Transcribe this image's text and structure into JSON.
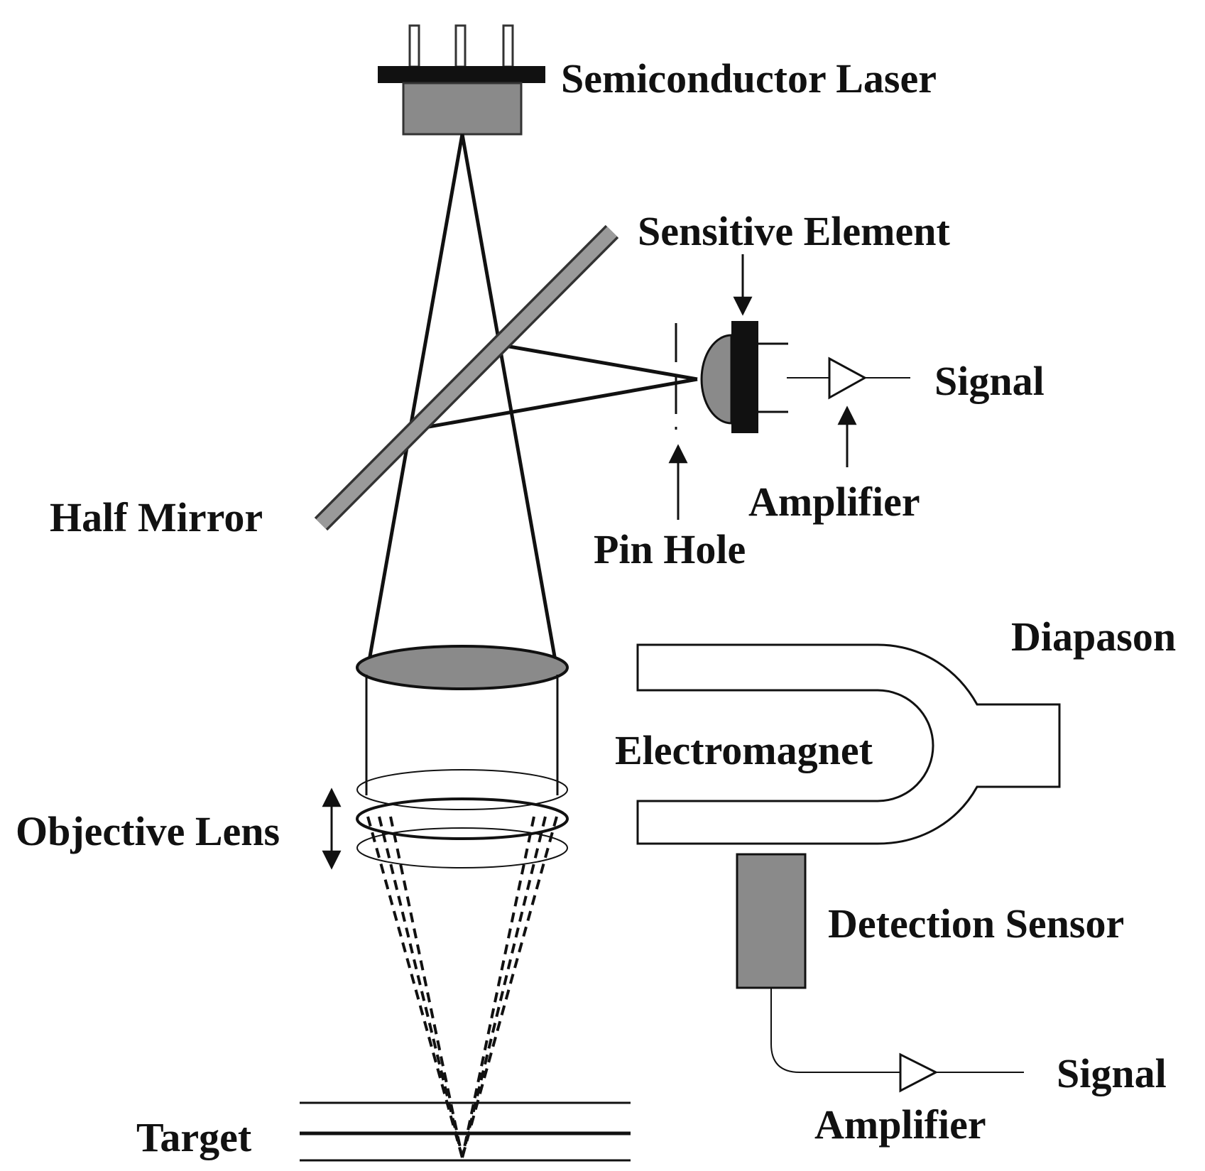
{
  "labels": {
    "semiconductor_laser": "Semiconductor Laser",
    "sensitive_element": "Sensitive Element",
    "signal_top": "Signal",
    "amplifier_top": "Amplifier",
    "pin_hole": "Pin Hole",
    "half_mirror": "Half Mirror",
    "diapason": "Diapason",
    "electromagnet": "Electromagnet",
    "objective_lens": "Objective Lens",
    "detection_sensor": "Detection Sensor",
    "signal_bottom": "Signal",
    "amplifier_bottom": "Amplifier",
    "target": "Target"
  },
  "colors": {
    "stroke": "#111111",
    "component_fill": "#888888",
    "mirror_fill": "#999999",
    "background": "#ffffff"
  }
}
